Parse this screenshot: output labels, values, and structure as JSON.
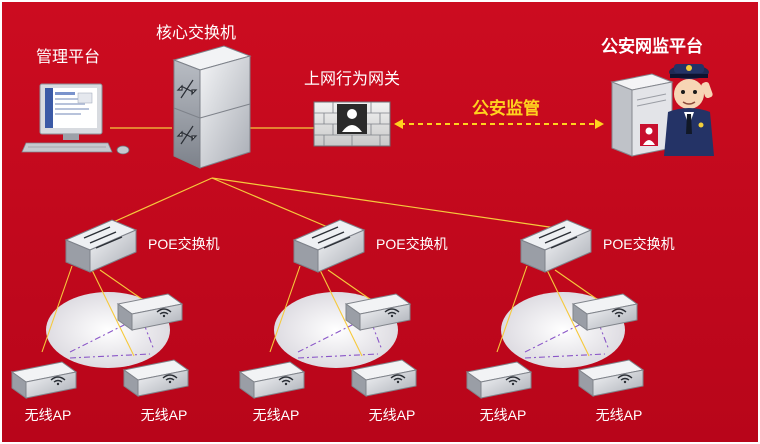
{
  "labels": {
    "management_platform": "管理平台",
    "core_switch": "核心交换机",
    "behavior_gateway": "上网行为网关",
    "police_platform": "公安网监平台",
    "police_supervision": "公安监管",
    "poe_switch": "POE交换机",
    "wireless_ap": "无线AP"
  },
  "poe_groups": [
    {
      "switch_label": "POE交换机",
      "ap_labels": [
        "无线AP",
        "无线AP"
      ]
    },
    {
      "switch_label": "POE交换机",
      "ap_labels": [
        "无线AP",
        "无线AP"
      ]
    },
    {
      "switch_label": "POE交换机",
      "ap_labels": [
        "无线AP",
        "无线AP"
      ]
    }
  ],
  "colors": {
    "background": "#c0081c",
    "border": "#ffffff",
    "title_yellow": "#ffd21e",
    "link_yellow": "#f6c93c",
    "wireless_link": "#8a56c8",
    "device_silver": "#cfd2d8",
    "cloud": "#ecebef"
  },
  "icons": [
    "monitor-icon",
    "keyboard-icon",
    "mouse-icon",
    "router-icon",
    "firewall-icon",
    "server-icon",
    "police-icon",
    "wifi-icon"
  ]
}
